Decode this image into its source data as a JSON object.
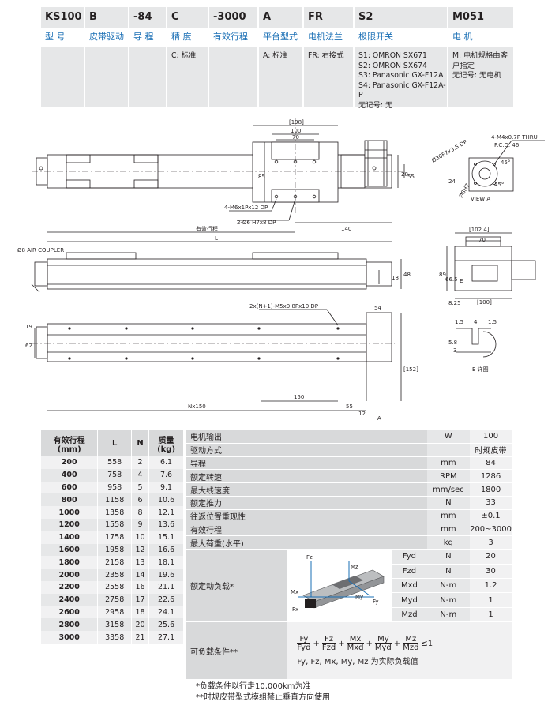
{
  "order_code": {
    "headers": [
      "KS100",
      "B",
      "-84",
      "C",
      "-3000",
      "A",
      "FR",
      "S2",
      "M051"
    ],
    "names": [
      "型 号",
      "皮带驱动",
      "导 程",
      "精 度",
      "有效行程",
      "平台型式",
      "电机法兰",
      "极限开关",
      "电 机"
    ],
    "options": {
      "accuracy": "C: 标准",
      "platform": "A: 标准",
      "flange": "FR: 右接式",
      "switch": [
        "S1: OMRON SX671",
        "S2: OMRON SX674",
        "S3: Panasonic GX-F12A",
        "S4: Panasonic GX-F12A-P",
        "无记号: 无"
      ],
      "motor": [
        "M: 电机规格由客",
        "户指定",
        "无记号: 无电机"
      ]
    }
  },
  "drawing": {
    "top_dims": {
      "d198": "[198]",
      "d100": "100",
      "d70": "70",
      "d85": "85",
      "d28": "28",
      "d55": "55",
      "d140": "140",
      "hole1": "4-M6x1Px12 DP",
      "hole2": "2-Ø6 H7x8 DP",
      "stroke_label": "有效行程",
      "L": "L"
    },
    "side": {
      "air": "Ø8 AIR COUPLER",
      "d48": "48",
      "d18": "18"
    },
    "bottom": {
      "holes": "2x(N+1)-M5x0.8Px10 DP",
      "d54": "54",
      "d19": "19",
      "d62": "62",
      "d150": "150",
      "nx150": "Nx150",
      "d55": "55",
      "d12": "12",
      "d152": "[152]",
      "A": "A"
    },
    "view_a": {
      "thread": "4-M4x0.7P THRU",
      "pcd": "P.C.D. 46",
      "bore1": "Ø30F7x3.5 DP",
      "bore2": "Ø8H7",
      "d24": "24",
      "a45a": "45°",
      "a45b": "45°",
      "label": "VIEW A"
    },
    "end_view": {
      "d102": "[102.4]",
      "d70": "70",
      "d89": "89",
      "d66": "66.5",
      "d8": "8.25",
      "d100": "[100]",
      "E": "E"
    },
    "detail": {
      "d15a": "1.5",
      "d4": "4",
      "d15b": "1.5",
      "d58": "5.8",
      "d3": "3",
      "label": "E 详图"
    }
  },
  "length_table": {
    "headers": [
      [
        "有效行程",
        "(mm)"
      ],
      [
        "L"
      ],
      [
        "N"
      ],
      [
        "质量",
        "(kg)"
      ]
    ],
    "rows": [
      [
        "200",
        "558",
        "2",
        "6.1"
      ],
      [
        "400",
        "758",
        "4",
        "7.6"
      ],
      [
        "600",
        "958",
        "5",
        "9.1"
      ],
      [
        "800",
        "1158",
        "6",
        "10.6"
      ],
      [
        "1000",
        "1358",
        "8",
        "12.1"
      ],
      [
        "1200",
        "1558",
        "9",
        "13.6"
      ],
      [
        "1400",
        "1758",
        "10",
        "15.1"
      ],
      [
        "1600",
        "1958",
        "12",
        "16.6"
      ],
      [
        "1800",
        "2158",
        "13",
        "18.1"
      ],
      [
        "2000",
        "2358",
        "14",
        "19.6"
      ],
      [
        "2200",
        "2558",
        "16",
        "21.1"
      ],
      [
        "2400",
        "2758",
        "17",
        "22.6"
      ],
      [
        "2600",
        "2958",
        "18",
        "24.1"
      ],
      [
        "2800",
        "3158",
        "20",
        "25.6"
      ],
      [
        "3000",
        "3358",
        "21",
        "27.1"
      ]
    ]
  },
  "spec_table": {
    "rows": [
      {
        "label": "电机输出",
        "unit": "W",
        "value": "100"
      },
      {
        "label": "驱动方式",
        "unit": "",
        "value": "时规皮带"
      },
      {
        "label": "导程",
        "unit": "mm",
        "value": "84"
      },
      {
        "label": "额定转速",
        "unit": "RPM",
        "value": "1286"
      },
      {
        "label": "最大线速度",
        "unit": "mm/sec",
        "value": "1800"
      },
      {
        "label": "额定推力",
        "unit": "N",
        "value": "33"
      },
      {
        "label": "往返位置重现性",
        "unit": "mm",
        "value": "±0.1"
      },
      {
        "label": "有效行程",
        "unit": "mm",
        "value": "200~3000"
      },
      {
        "label": "最大荷重(水平)",
        "unit": "kg",
        "value": "3"
      }
    ],
    "load_label": "额定动负载*",
    "loads": [
      {
        "sym": "Fyd",
        "unit": "N",
        "value": "20"
      },
      {
        "sym": "Fzd",
        "unit": "N",
        "value": "30"
      },
      {
        "sym": "Mxd",
        "unit": "N-m",
        "value": "1.2"
      },
      {
        "sym": "Myd",
        "unit": "N-m",
        "value": "1"
      },
      {
        "sym": "Mzd",
        "unit": "N-m",
        "value": "1"
      }
    ],
    "axes": {
      "fz": "Fz",
      "mz": "Mz",
      "mx": "Mx",
      "fx": "Fx",
      "my": "My",
      "fy": "Fy"
    },
    "cond_label": "可负载条件**",
    "formula": {
      "n1": "Fy",
      "d1": "Fyd",
      "n2": "Fz",
      "d2": "Fzd",
      "n3": "Mx",
      "d3": "Mxd",
      "n4": "My",
      "d4": "Myd",
      "n5": "Mz",
      "d5": "Mzd",
      "plus": "+",
      "le": "≤1"
    },
    "formula_note": "Fy, Fz, Mx, My, Mz 为实际负载值"
  },
  "notes": [
    "*负载条件以行走10,000km为准",
    "**时规皮带型式模组禁止垂直方向使用"
  ]
}
